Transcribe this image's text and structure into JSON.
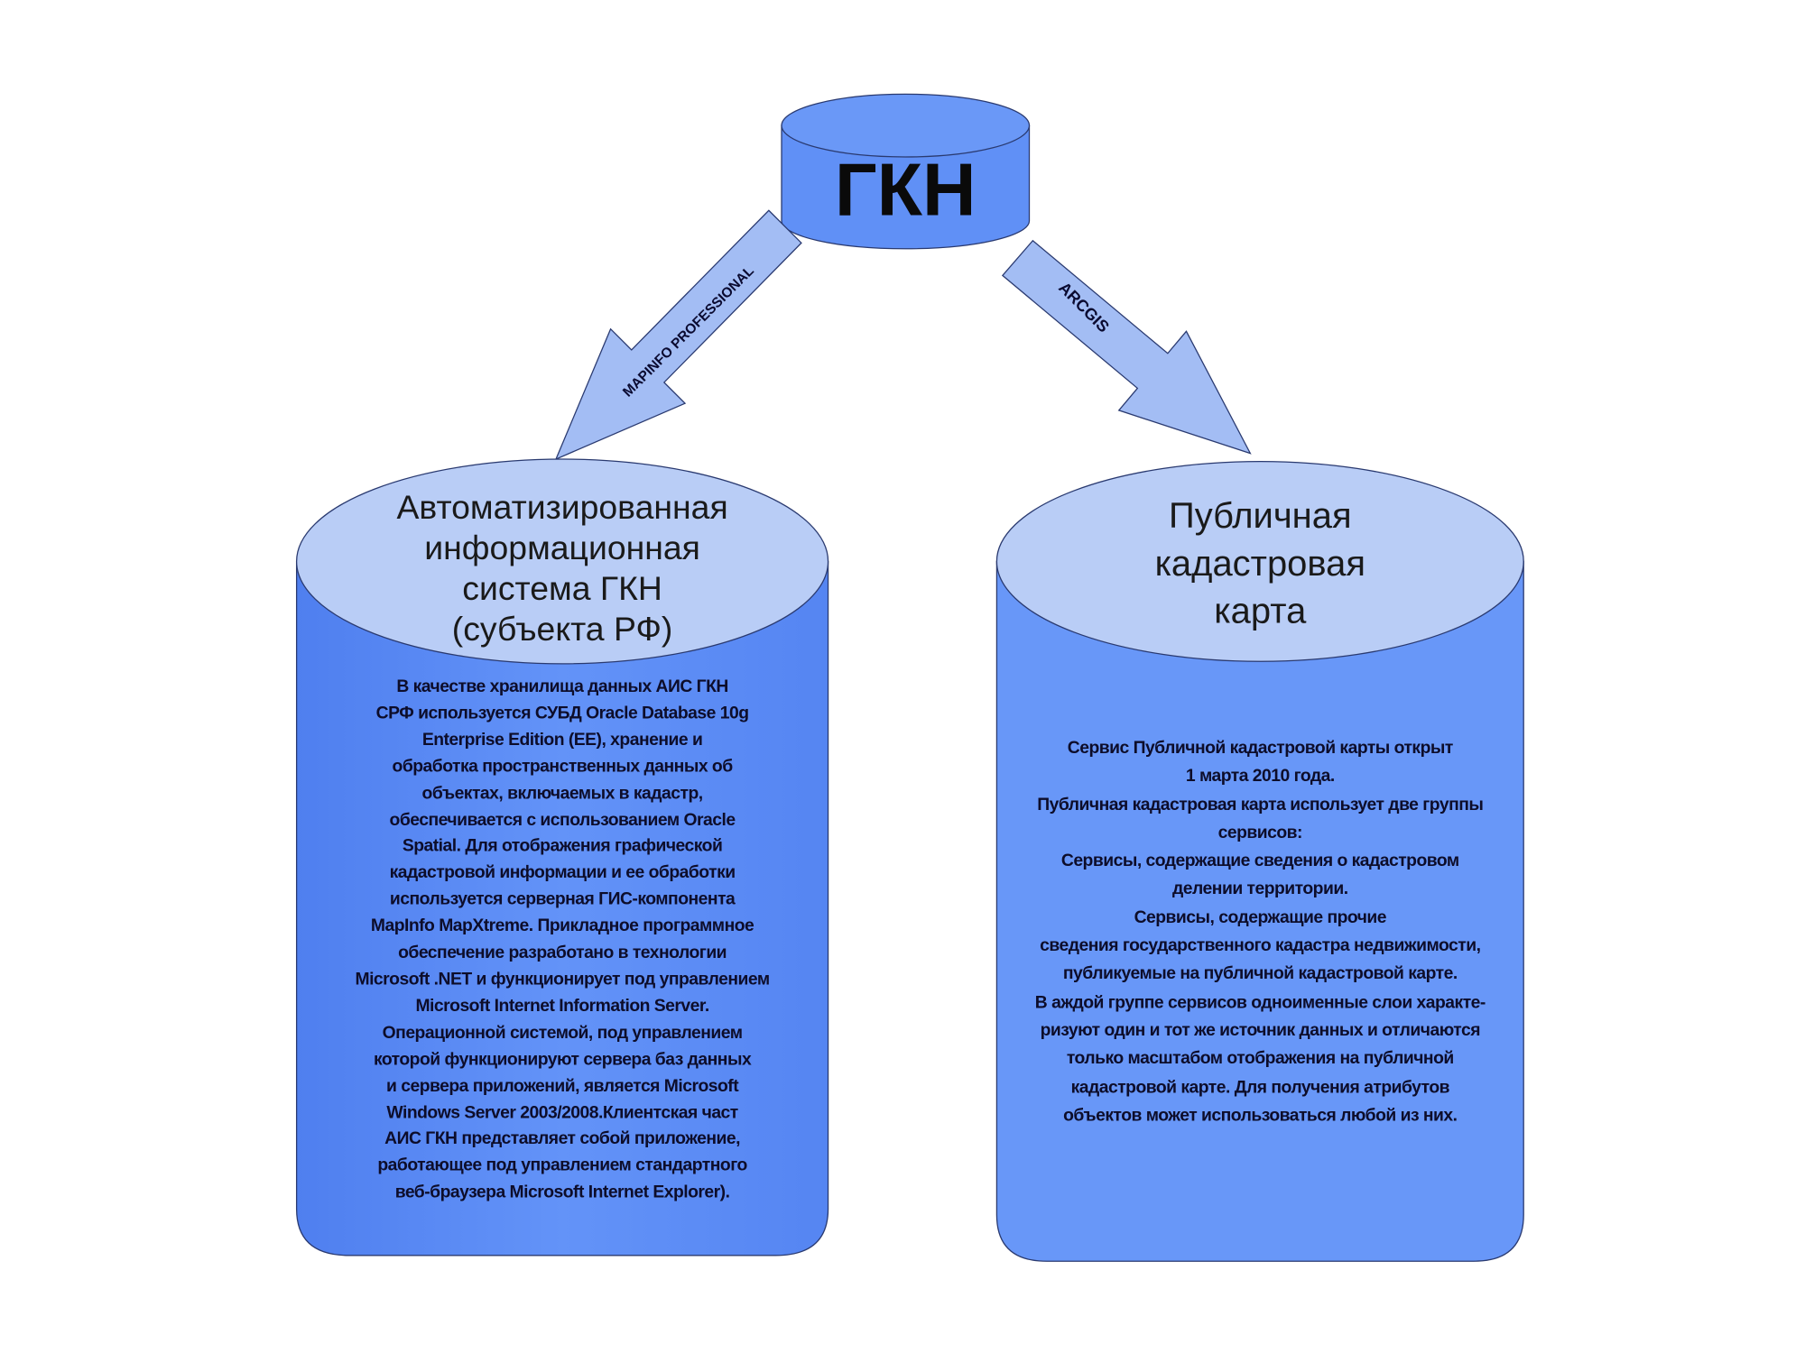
{
  "top_node": {
    "label": "ГКН"
  },
  "arrows": {
    "left_label": "MAPINFO PROFESSIONAL",
    "right_label": "ARCGIS"
  },
  "left_node": {
    "title_lines": [
      "Автоматизированная",
      "информационная",
      "система ГКН",
      "(субъекта РФ)"
    ],
    "body_lines": [
      "В качестве хранилища данных АИС ГКН",
      "СРФ используется СУБД Oracle Database 10g",
      "Enterprise Edition (EE), хранение и",
      "обработка пространственных данных об",
      "объектах, включаемых в кадастр,",
      "обеспечивается с использованием Oracle",
      "Spatial. Для отображения графической",
      "кадастровой информации и ее обработки",
      "используется серверная ГИС-компонента",
      "MapInfo MapXtreme. Прикладное программное",
      "обеспечение разработано в технологии",
      "Microsoft .NET и функционирует под управлением",
      "Microsoft Internet Information Server.",
      "Операционной системой, под управлением",
      "которой функционируют сервера баз данных",
      "и сервера приложений, является Microsoft",
      "Windows Server 2003/2008.Клиентская част",
      "АИС ГКН представляет собой приложение,",
      "работающее под управлением стандартного",
      "веб-браузера Microsoft Internet Explorer)."
    ]
  },
  "right_node": {
    "title_lines": [
      "Публичная",
      "кадастровая",
      "карта"
    ],
    "body_lines": [
      "Сервис Публичной кадастровой карты открыт",
      "1 марта 2010 года.",
      "Публичная кадастровая карта использует две группы",
      "сервисов:",
      "Сервисы, содержащие сведения о кадастровом",
      "делении территории.",
      "Сервисы, содержащие прочие",
      "сведения государственного кадастра недвижимости,",
      "публикуемые на публичной кадастровой карте.",
      "В аждой группе сервисов одноименные слои характе-",
      "ризуют один и тот же источник данных и отличаются",
      "только масштабом отображения на публичной",
      "кадастровой карте. Для получения атрибутов",
      "объектов может использоваться любой из них."
    ]
  },
  "colors": {
    "body": "#5f8ff7",
    "top": "#b9cdf6",
    "arrow": "#a3bdf4",
    "outline": "#2a3a70"
  }
}
